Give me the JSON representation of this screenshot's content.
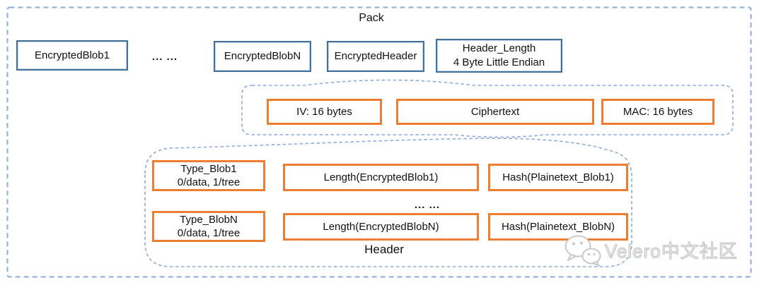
{
  "diagram": {
    "title": "Pack",
    "pack_row": {
      "ellipsis": "... ...",
      "boxes": [
        {
          "label": "EncryptedBlob1"
        },
        {
          "label": "EncryptedBlobN"
        },
        {
          "label": "EncryptedHeader"
        },
        {
          "line1": "Header_Length",
          "line2": "4 Byte Little Endian"
        }
      ]
    },
    "encrypted_header_detail": {
      "boxes": [
        "IV: 16 bytes",
        "Ciphertext",
        "MAC: 16 bytes"
      ]
    },
    "header_detail": {
      "label": "Header",
      "ellipsis": "... ...",
      "rows": [
        [
          {
            "line1": "Type_Blob1",
            "line2": "0/data, 1/tree"
          },
          {
            "label": "Length(EncryptedBlob1)"
          },
          {
            "label": "Hash(Plainetext_Blob1)"
          }
        ],
        [
          {
            "line1": "Type_BlobN",
            "line2": "0/data, 1/tree"
          },
          {
            "label": "Length(EncryptedBlobN)"
          },
          {
            "label": "Hash(Plainetext_BlobN)"
          }
        ]
      ]
    },
    "watermark": {
      "text": "Velero中文社区",
      "icon": "wechat-icon"
    },
    "colors": {
      "blue_border": "#41719c",
      "orange_border": "#ed7d31",
      "dashed": "#8faadc",
      "watermark": "#c9c9c9"
    }
  }
}
